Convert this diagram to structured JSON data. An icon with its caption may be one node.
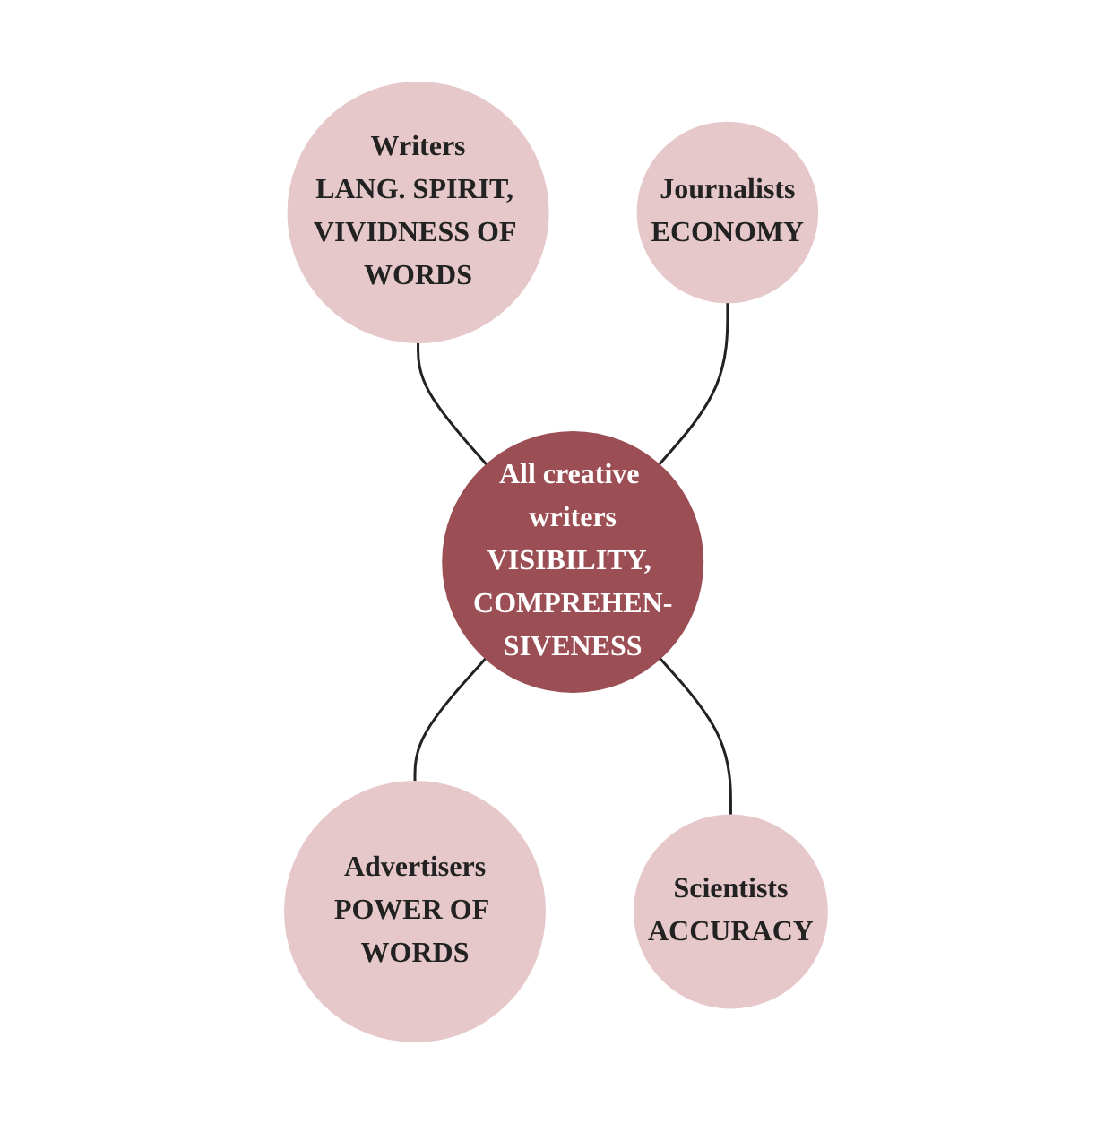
{
  "diagram": {
    "nodes": [
      {
        "text": [
          "Writers",
          "LANG. SPIRIT, VIVIDNESS OF WORDS"
        ]
      },
      {
        "text": [
          "Journalists",
          "ECONOMY"
        ]
      },
      {
        "text": [
          "All creative writers",
          "VISIBILITY, COMPREHEN-SIVENESS"
        ]
      },
      {
        "text": [
          "Advertisers",
          "POWER OF WORDS"
        ]
      },
      {
        "text": [
          "Scientists",
          "ACCURACY"
        ]
      }
    ],
    "edges": [
      {
        "from": 0,
        "to": 2,
        "arrow": "none"
      },
      {
        "from": 1,
        "to": 2,
        "arrow": "none"
      },
      {
        "from": 2,
        "to": 3,
        "arrow": "none"
      },
      {
        "from": 2,
        "to": 4,
        "arrow": "none"
      }
    ]
  }
}
